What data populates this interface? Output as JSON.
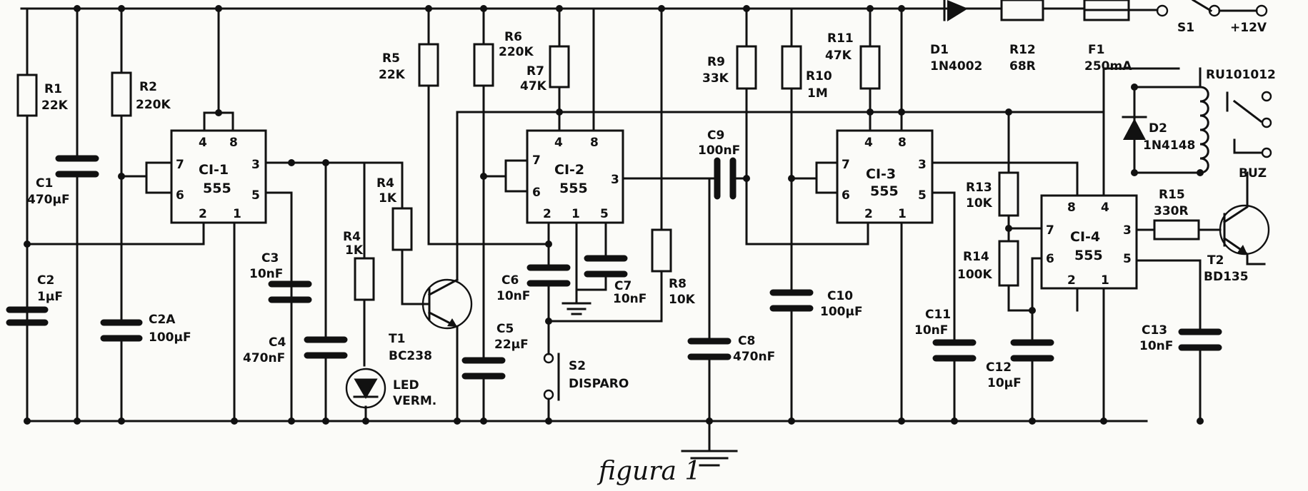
{
  "caption": "figura 1",
  "components": {
    "R1": {
      "ref": "R1",
      "value": "22K"
    },
    "R2": {
      "ref": "R2",
      "value": "220K"
    },
    "C1": {
      "ref": "C1",
      "value": "470µF"
    },
    "C2": {
      "ref": "C2",
      "value": "1µF"
    },
    "C2A": {
      "ref": "C2A",
      "value": "100µF"
    },
    "CI1": {
      "ref": "CI-1",
      "part": "555"
    },
    "C3": {
      "ref": "C3",
      "value": "10nF"
    },
    "C4": {
      "ref": "C4",
      "value": "470nF"
    },
    "R4a": {
      "ref": "R4",
      "value": "1K"
    },
    "R4b": {
      "ref": "R4",
      "value": "1K"
    },
    "LED": {
      "ref": "LED",
      "value": "VERM."
    },
    "R5": {
      "ref": "R5",
      "value": "22K"
    },
    "R6": {
      "ref": "R6",
      "value": "220K"
    },
    "R7": {
      "ref": "R7",
      "value": "47K"
    },
    "T1": {
      "ref": "T1",
      "value": "BC238"
    },
    "CI2": {
      "ref": "CI-2",
      "part": "555"
    },
    "C5": {
      "ref": "C5",
      "value": "22µF"
    },
    "C6": {
      "ref": "C6",
      "value": "10nF"
    },
    "C7": {
      "ref": "C7",
      "value": "10nF"
    },
    "S2": {
      "ref": "S2",
      "value": "DISPARO"
    },
    "R8": {
      "ref": "R8",
      "value": "10K"
    },
    "C8": {
      "ref": "C8",
      "value": "470nF"
    },
    "C9": {
      "ref": "C9",
      "value": "100nF"
    },
    "R9": {
      "ref": "R9",
      "value": "33K"
    },
    "R10": {
      "ref": "R10",
      "value": "1M"
    },
    "C10": {
      "ref": "C10",
      "value": "100µF"
    },
    "R11": {
      "ref": "R11",
      "value": "47K"
    },
    "CI3": {
      "ref": "CI-3",
      "part": "555"
    },
    "C11": {
      "ref": "C11",
      "value": "10nF"
    },
    "D1": {
      "ref": "D1",
      "value": "1N4002"
    },
    "R12": {
      "ref": "R12",
      "value": "68R"
    },
    "F1": {
      "ref": "F1",
      "value": "250mA"
    },
    "S1": {
      "ref": "S1"
    },
    "VCC": {
      "ref": "+12V"
    },
    "RELAY": {
      "ref": "RU101012"
    },
    "D2": {
      "ref": "D2",
      "value": "1N4148"
    },
    "BUZ": {
      "ref": "BUZ"
    },
    "R13": {
      "ref": "R13",
      "value": "10K"
    },
    "R14": {
      "ref": "R14",
      "value": "100K"
    },
    "CI4": {
      "ref": "CI-4",
      "part": "555"
    },
    "C12": {
      "ref": "C12",
      "value": "10µF"
    },
    "R15": {
      "ref": "R15",
      "value": "330R"
    },
    "T2": {
      "ref": "T2",
      "value": "BD135"
    },
    "C13": {
      "ref": "C13",
      "value": "10nF"
    }
  },
  "pins": {
    "p1": "1",
    "p2": "2",
    "p3": "3",
    "p4": "4",
    "p5": "5",
    "p6": "6",
    "p7": "7",
    "p8": "8"
  }
}
